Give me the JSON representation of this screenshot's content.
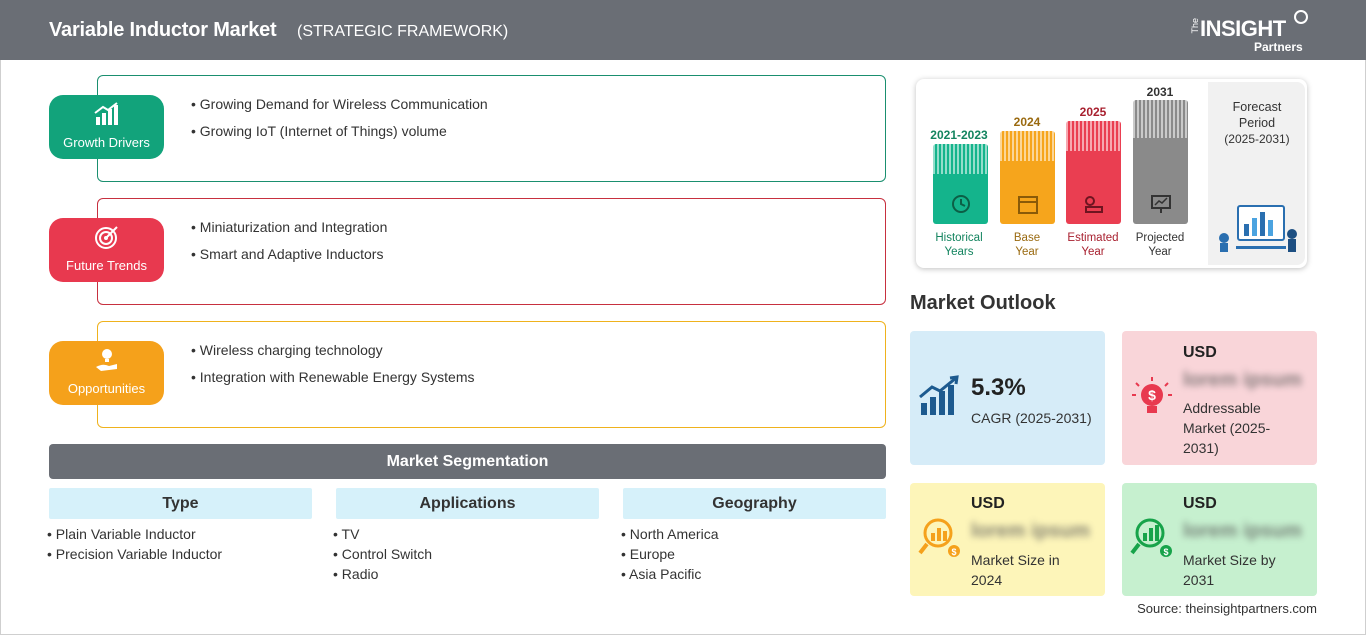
{
  "header": {
    "title": "Variable Inductor Market",
    "subtitle": "(STRATEGIC FRAMEWORK)",
    "logo": {
      "the": "The",
      "insight": "INSIGHT",
      "partners": "Partners"
    }
  },
  "framework": [
    {
      "label": "Growth Drivers",
      "color": "#12a37b",
      "border": "#1a8f6f",
      "icon": "bar-chart-icon",
      "items": [
        "Growing Demand for Wireless Communication",
        "Growing IoT (Internet of Things) volume"
      ]
    },
    {
      "label": "Future Trends",
      "color": "#e8394f",
      "border": "#c7303f",
      "icon": "target-icon",
      "items": [
        "Miniaturization and Integration",
        "Smart and Adaptive Inductors"
      ]
    },
    {
      "label": "Opportunities",
      "color": "#f5a11b",
      "border": "#efb21d",
      "icon": "hand-lightbulb-icon",
      "items": [
        "Wireless charging technology",
        "Integration with Renewable Energy Systems"
      ]
    }
  ],
  "segmentation": {
    "title": "Market Segmentation",
    "columns": [
      {
        "head": "Type",
        "items": [
          "Plain Variable Inductor",
          "Precision Variable Inductor"
        ]
      },
      {
        "head": "Applications",
        "items": [
          "TV",
          "Control Switch",
          "Radio"
        ]
      },
      {
        "head": "Geography",
        "items": [
          "North America",
          "Europe",
          "Asia Pacific"
        ]
      }
    ]
  },
  "timeline": {
    "bars": [
      {
        "year": "2021-2023",
        "cap1": "Historical",
        "cap2": "Years",
        "color": "#14b48c",
        "text_color": "#13845f",
        "icon": "history-icon"
      },
      {
        "year": "2024",
        "cap1": "Base",
        "cap2": "Year",
        "color": "#f6a51c",
        "text_color": "#9a6a10",
        "icon": "calendar-icon"
      },
      {
        "year": "2025",
        "cap1": "Estimated",
        "cap2": "Year",
        "color": "#ea3e51",
        "text_color": "#a8202f",
        "icon": "estimate-icon"
      },
      {
        "year": "2031",
        "cap1": "Projected",
        "cap2": "Year",
        "color": "#8a8a8a",
        "text_color": "#333333",
        "icon": "presentation-icon"
      }
    ],
    "forecast_label": "Forecast Period",
    "forecast_range": "(2025-2031)"
  },
  "outlook": {
    "title": "Market Outlook",
    "cagr_value": "5.3%",
    "cagr_label": "CAGR (2025-2031)",
    "addressable": {
      "usd": "USD",
      "value": "lorem ipsum",
      "desc": "Addressable Market (2025-2031)"
    },
    "size_2024": {
      "usd": "USD",
      "value": "lorem ipsum",
      "desc": "Market Size in 2024"
    },
    "size_2031": {
      "usd": "USD",
      "value": "lorem ipsum",
      "desc": "Market Size by 2031"
    }
  },
  "source": "Source: theinsightpartners.com"
}
